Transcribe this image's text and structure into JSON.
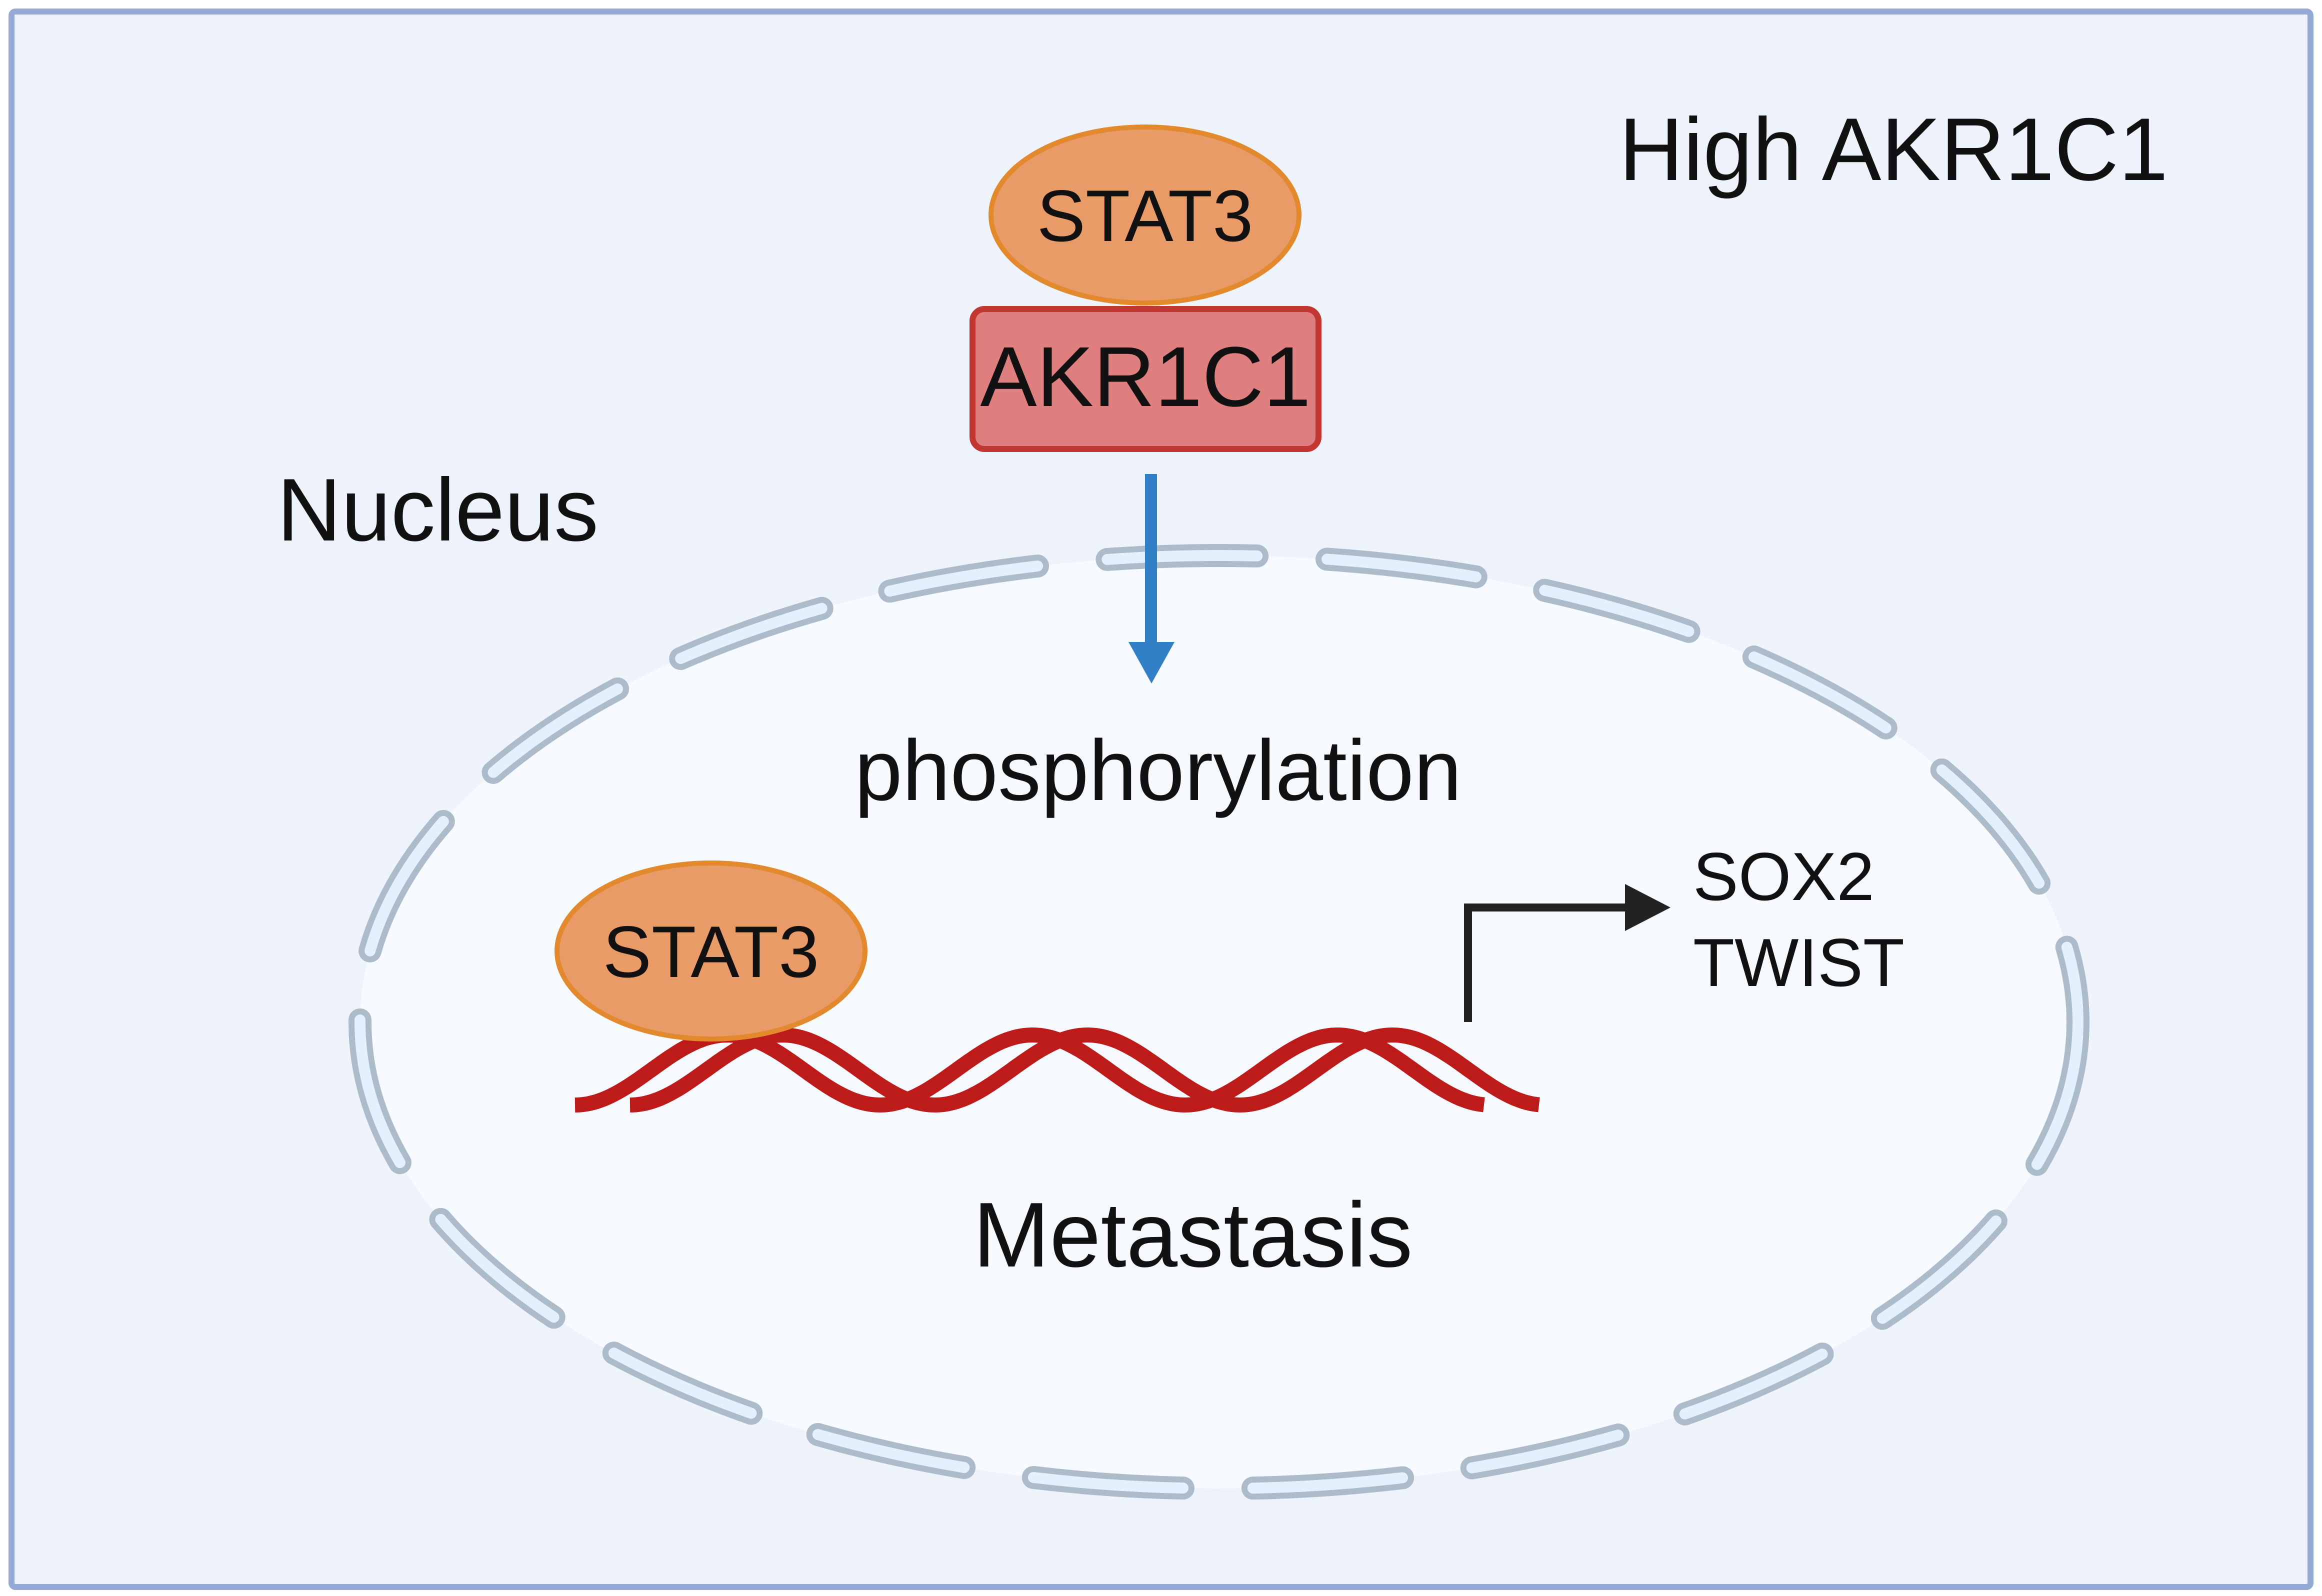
{
  "title": "High AKR1C1",
  "labels": {
    "nucleus": "Nucleus",
    "phosphorylation": "phosphorylation",
    "metastasis": "Metastasis"
  },
  "nodes": {
    "stat3_top": "STAT3",
    "akr1c1": "AKR1C1",
    "stat3_bound": "STAT3"
  },
  "targets": [
    "SOX2",
    "TWIST"
  ],
  "icons": {
    "activation_arrow": "arrow-down-icon",
    "dna": "dna-helix-icon",
    "promoter_arrow": "transcription-start-arrow-icon"
  },
  "colors": {
    "background": "#eef3fb",
    "frame": "#94aad4",
    "nucleus_fill": "#f6f9fe",
    "membrane_stroke": "#abbbca",
    "membrane_fill": "#e3f0fc",
    "stat3_fill": "#e89a67",
    "stat3_stroke": "#e3892d",
    "akr1c1_fill": "#df7e7e",
    "akr1c1_stroke": "#c23631",
    "arrow_blue": "#3180c6",
    "dna_red": "#bd1a1a",
    "promoter_black": "#222222"
  }
}
